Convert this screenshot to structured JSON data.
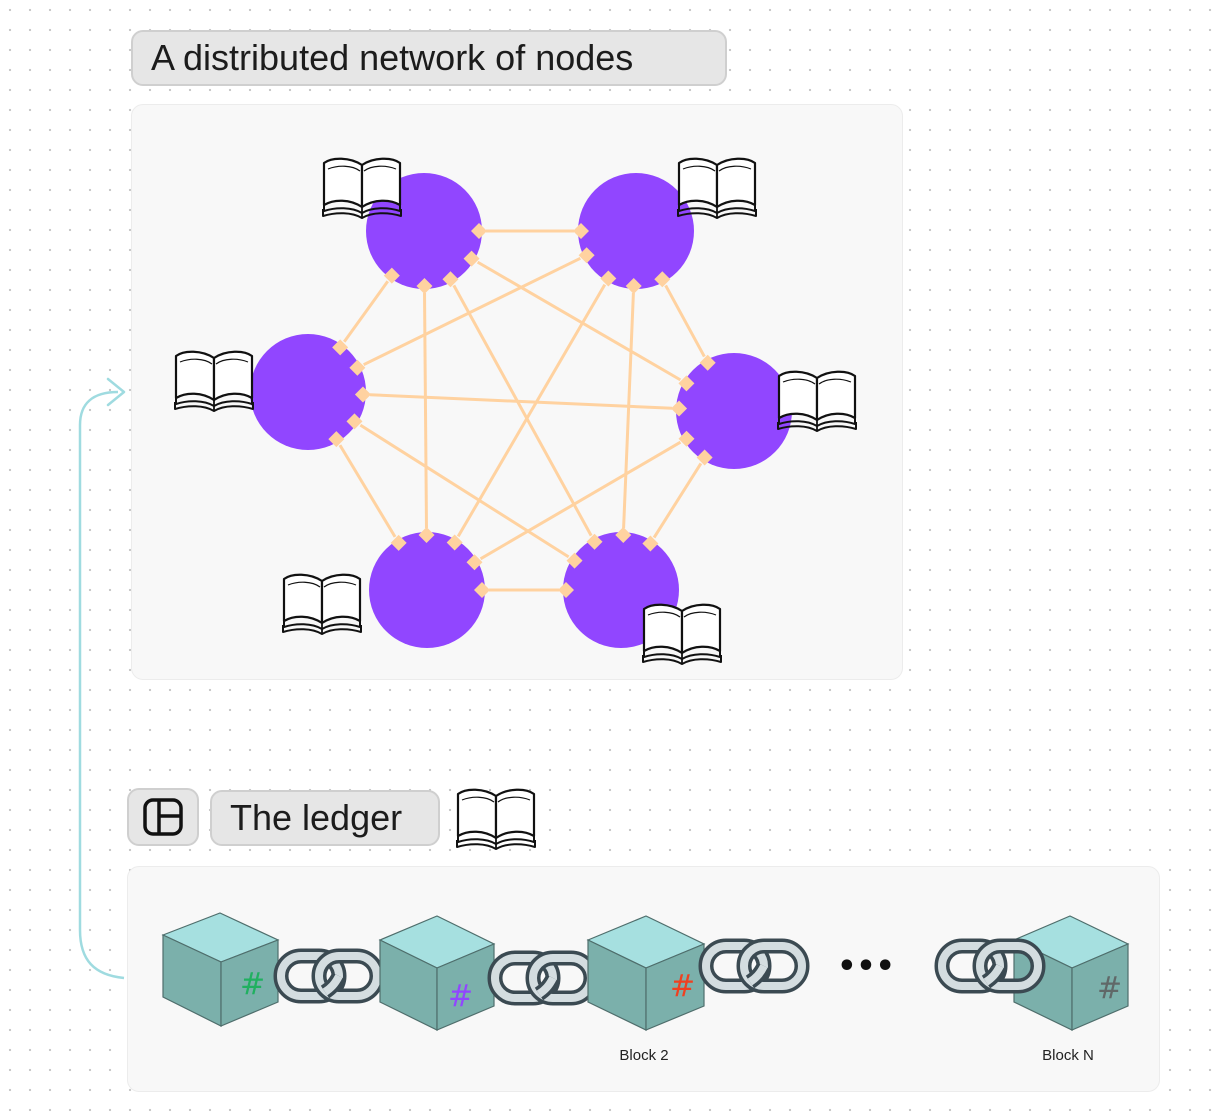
{
  "network": {
    "title": "A distributed network of nodes",
    "node_color": "#9146ff",
    "link_color": "#ffd2a0",
    "nodes": [
      {
        "name": "node-top-left",
        "icon": "book-icon"
      },
      {
        "name": "node-top-right",
        "icon": "book-icon"
      },
      {
        "name": "node-left",
        "icon": "book-icon"
      },
      {
        "name": "node-right",
        "icon": "book-icon"
      },
      {
        "name": "node-bottom-left",
        "icon": "book-icon"
      },
      {
        "name": "node-bottom-right",
        "icon": "book-icon"
      }
    ]
  },
  "ledger": {
    "title": "The ledger",
    "icon": "layout-icon",
    "book_icon": "book-icon",
    "link_icon": "chain-link-icon",
    "ellipsis": "•••",
    "block_top_color": "#a6e0e0",
    "block_side_color": "#7bb0ab",
    "blocks": [
      {
        "hash_symbol": "#",
        "hash_color": "#20b060",
        "label": ""
      },
      {
        "hash_symbol": "#",
        "hash_color": "#9146ff",
        "label": ""
      },
      {
        "hash_symbol": "#",
        "hash_color": "#f04020",
        "label": "Block 2"
      },
      {
        "hash_symbol": "#",
        "hash_color": "#606868",
        "label": "Block N"
      }
    ]
  },
  "connector": {
    "color": "#9fdbe0",
    "arrow_icon": "arrow-head-icon"
  }
}
